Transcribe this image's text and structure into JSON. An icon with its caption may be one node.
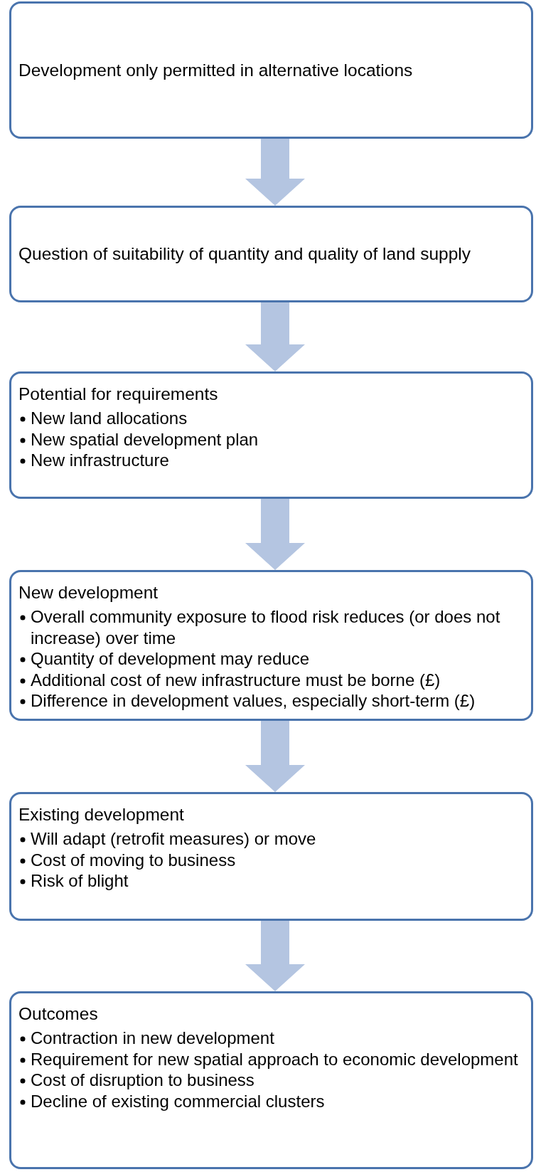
{
  "diagram": {
    "nodes": [
      {
        "text": [
          "Development only permitted in alternative locations"
        ]
      },
      {
        "text": [
          "Question of suitability of quantity and quality of land supply"
        ]
      },
      {
        "text": [
          "Potential for requirements",
          "New land allocations",
          "New spatial development plan",
          "New infrastructure"
        ]
      },
      {
        "text": [
          "New development",
          "Overall community exposure to flood risk reduces (or does not increase) over time",
          "Quantity of development may reduce",
          "Additional cost of new infrastructure must be borne (£)",
          "Difference in development values, especially short-term (£)"
        ]
      },
      {
        "text": [
          "Existing development",
          "Will adapt (retrofit measures) or move",
          "Cost of moving to business",
          "Risk of blight"
        ]
      },
      {
        "text": [
          "Outcomes",
          "Contraction in new development",
          "Requirement for new spatial approach to economic development",
          "Cost of disruption to business",
          "Decline of existing commercial clusters"
        ]
      }
    ],
    "edges": [
      {
        "from": 0,
        "to": 1,
        "arrow": "to"
      },
      {
        "from": 1,
        "to": 2,
        "arrow": "to"
      },
      {
        "from": 2,
        "to": 3,
        "arrow": "to"
      },
      {
        "from": 3,
        "to": 4,
        "arrow": "to"
      },
      {
        "from": 4,
        "to": 5,
        "arrow": "to"
      }
    ]
  }
}
